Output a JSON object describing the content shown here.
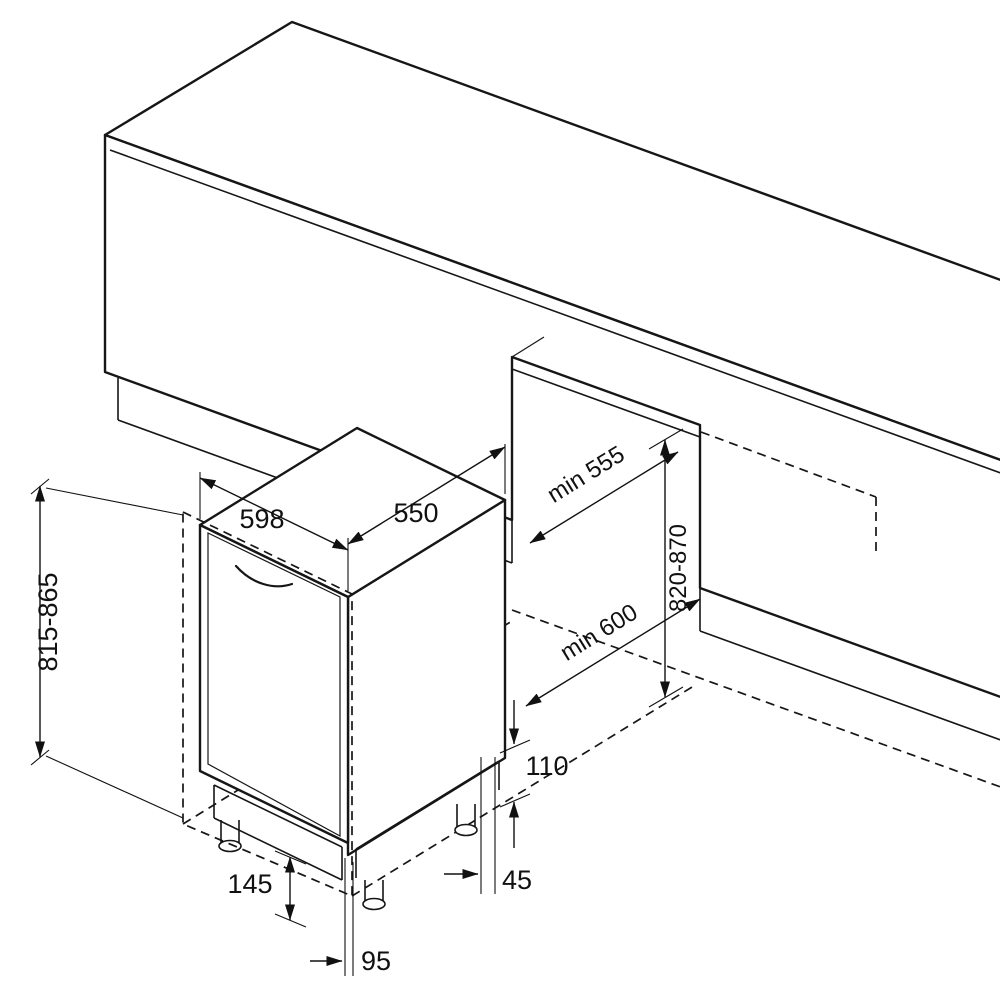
{
  "diagram": {
    "kind": "installation-drawing",
    "colors": {
      "line": "#161616",
      "background": "#ffffff",
      "text": "#111111"
    }
  },
  "labels": {
    "appliance_width": "598",
    "appliance_depth": "550",
    "niche_depth_min": "min 555",
    "niche_height_range": "820-870",
    "front_clearance_min": "min 600",
    "appliance_height_range": "815-865",
    "base_height": "110",
    "side_offset": "45",
    "plinth_recess": "95",
    "plinth_height": "145"
  }
}
